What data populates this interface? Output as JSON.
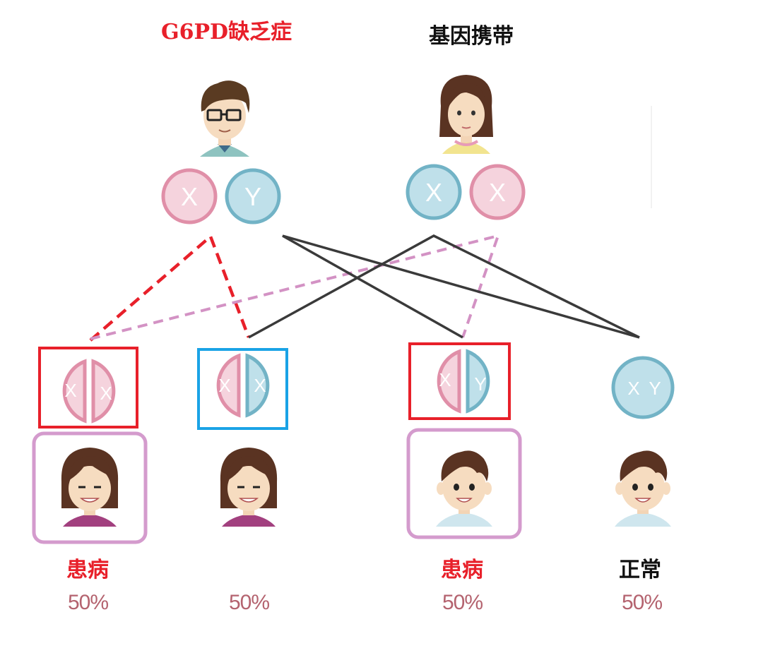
{
  "colors": {
    "pink_x": "#e08fa8",
    "pink_fill": "#f5d3dd",
    "blue_y": "#72b3c6",
    "blue_fill": "#bfe0ea",
    "affected_red": "#e8202a",
    "carrier_blue": "#1aa3e6",
    "purple_frame": "#d49bcd",
    "percent_text": "#b4636f",
    "dark_line": "#3a3a3a"
  },
  "parents": {
    "father": {
      "title": "G6PD缺乏症",
      "chromosomes": [
        "X",
        "Y"
      ]
    },
    "mother": {
      "title": "基因携带",
      "chromosomes": [
        "X",
        "X"
      ]
    }
  },
  "children": [
    {
      "genotype": [
        "X",
        "X"
      ],
      "label": "患病",
      "percent": "50%",
      "sex": "female"
    },
    {
      "genotype": [
        "X",
        "X"
      ],
      "label": "",
      "percent": "50%",
      "sex": "female"
    },
    {
      "genotype": [
        "X",
        "Y"
      ],
      "label": "患病",
      "percent": "50%",
      "sex": "male"
    },
    {
      "genotype": [
        "X",
        "Y"
      ],
      "label": "正常",
      "percent": "50%",
      "sex": "male"
    }
  ],
  "icons": {
    "father": "man-with-glasses-icon",
    "mother": "woman-icon",
    "girl": "girl-icon",
    "boy": "boy-icon"
  }
}
